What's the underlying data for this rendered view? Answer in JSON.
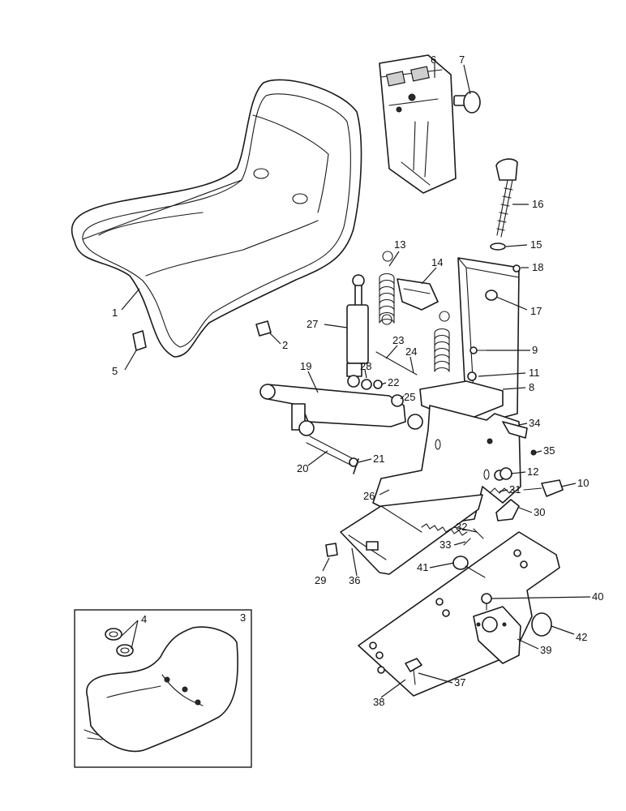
{
  "callouts": [
    {
      "id": "1",
      "text": "1"
    },
    {
      "id": "2",
      "text": "2"
    },
    {
      "id": "3",
      "text": "3"
    },
    {
      "id": "4",
      "text": "4"
    },
    {
      "id": "5",
      "text": "5"
    },
    {
      "id": "6",
      "text": "6"
    },
    {
      "id": "7",
      "text": "7"
    },
    {
      "id": "8",
      "text": "8"
    },
    {
      "id": "9",
      "text": "9"
    },
    {
      "id": "10",
      "text": "10"
    },
    {
      "id": "11",
      "text": "11"
    },
    {
      "id": "12",
      "text": "12"
    },
    {
      "id": "13",
      "text": "13"
    },
    {
      "id": "14",
      "text": "14"
    },
    {
      "id": "15",
      "text": "15"
    },
    {
      "id": "16",
      "text": "16"
    },
    {
      "id": "17",
      "text": "17"
    },
    {
      "id": "18",
      "text": "18"
    },
    {
      "id": "19",
      "text": "19"
    },
    {
      "id": "20",
      "text": "20"
    },
    {
      "id": "21",
      "text": "21"
    },
    {
      "id": "22",
      "text": "22"
    },
    {
      "id": "23",
      "text": "23"
    },
    {
      "id": "24",
      "text": "24"
    },
    {
      "id": "25",
      "text": "25"
    },
    {
      "id": "26",
      "text": "26"
    },
    {
      "id": "27",
      "text": "27"
    },
    {
      "id": "28",
      "text": "28"
    },
    {
      "id": "29",
      "text": "29"
    },
    {
      "id": "30",
      "text": "30"
    },
    {
      "id": "31",
      "text": "31"
    },
    {
      "id": "32",
      "text": "32"
    },
    {
      "id": "33",
      "text": "33"
    },
    {
      "id": "34",
      "text": "34"
    },
    {
      "id": "35",
      "text": "35"
    },
    {
      "id": "36",
      "text": "36"
    },
    {
      "id": "37",
      "text": "37"
    },
    {
      "id": "38",
      "text": "38"
    },
    {
      "id": "39",
      "text": "39"
    },
    {
      "id": "40",
      "text": "40"
    },
    {
      "id": "41",
      "text": "41"
    },
    {
      "id": "42",
      "text": "42"
    }
  ]
}
